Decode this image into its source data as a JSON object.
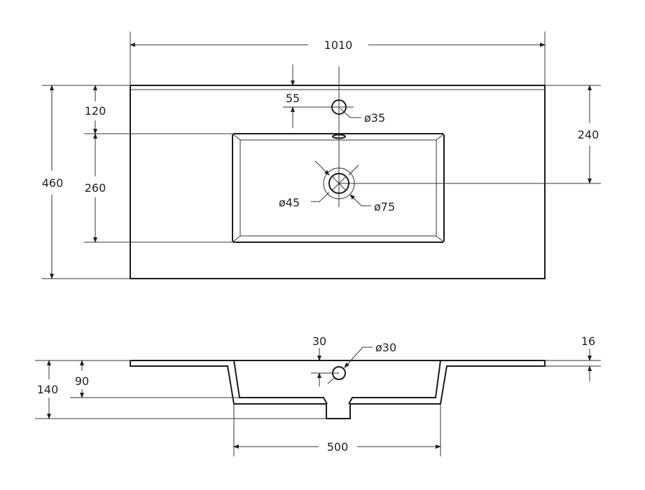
{
  "top_view": {
    "width": "1010",
    "depth": "460",
    "front_to_basin": "120",
    "basin_depth_dim": "260",
    "back_to_drain": "240",
    "tap_offset": "55",
    "tap_hole": "ø35",
    "drain_inner": "ø45",
    "drain_outer": "ø75"
  },
  "side_view": {
    "total_height": "140",
    "basin_height": "90",
    "deck_thickness": "16",
    "overflow_offset": "30",
    "overflow_hole": "ø30",
    "basin_width": "500"
  }
}
